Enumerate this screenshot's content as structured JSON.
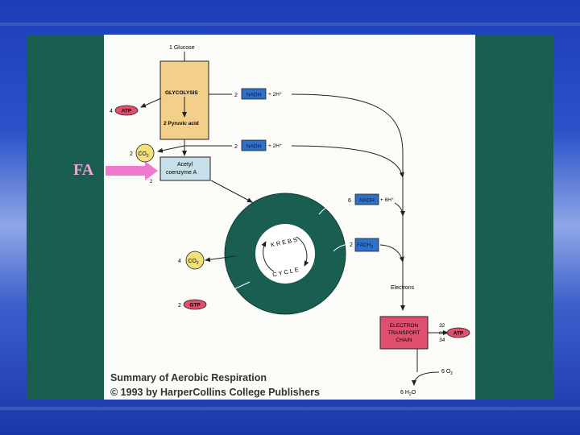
{
  "labels": {
    "glucose": "1 Glucose",
    "glycolysis": "GLYCOLYSIS",
    "pyruvic": "2 Pyruvic acid",
    "atp_count_glycolysis": "4",
    "atp": "ATP",
    "co2_count_top": "2",
    "co2": "CO",
    "co2_sub": "2",
    "acetyl_line1": "Acetyl",
    "acetyl_line2": "coenzyme A",
    "acetyl_count": "2",
    "fa": "FA",
    "nadh_count_1": "2",
    "nadh": "NADH",
    "h_plus_1": "+ 2H⁺",
    "nadh_count_2": "2",
    "h_plus_2": "+ 2H⁺",
    "nadh_count_3": "6",
    "h_plus_3": "+ 6H⁺",
    "fadh_count": "2",
    "fadh": "FADH",
    "fadh_sub": "2",
    "krebs": "KREBS",
    "cycle": "CYCLE",
    "co2_count_krebs": "4",
    "gtp_count": "2",
    "gtp": "GTP",
    "electrons": "Electrons",
    "etc_line1": "ELECTRON",
    "etc_line2": "TRANSPORT",
    "etc_line3": "CHAIN",
    "atp_yield_a": "32",
    "atp_yield_or": "or",
    "atp_yield_b": "34",
    "o2": "6 O",
    "o2_sub": "2",
    "water": "6 H",
    "water_sub": "2",
    "water_o": "O"
  },
  "caption": {
    "line1": "Summary of Aerobic Respiration",
    "line2": "© 1993 by HarperCollins College Publishers"
  },
  "colors": {
    "glycolysis_box": "#f4cf8a",
    "nadh_box": "#2e6fc8",
    "atp_oval": "#e0506e",
    "co2_circle": "#f2e07a",
    "acetyl_box": "#c7dfe8",
    "krebs_ring": "#1a5e52",
    "etc_box": "#e0506e",
    "fa_arrow": "#f07ad0"
  }
}
